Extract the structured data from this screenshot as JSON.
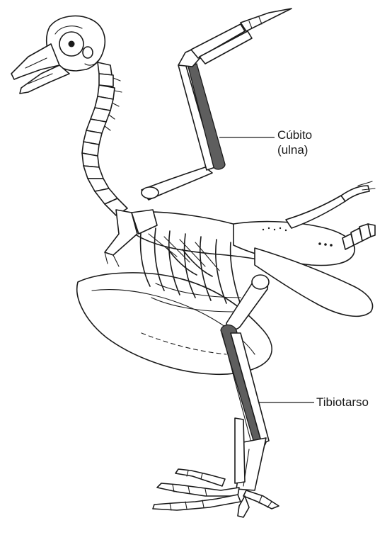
{
  "labels": {
    "ulna_line1": "Cúbito",
    "ulna_line2": "(ulna)",
    "tibiotarsus": "Tibiotarso"
  },
  "colors": {
    "highlight": "#5e5e5e",
    "ink": "#1a1a1a",
    "background": "#ffffff"
  }
}
